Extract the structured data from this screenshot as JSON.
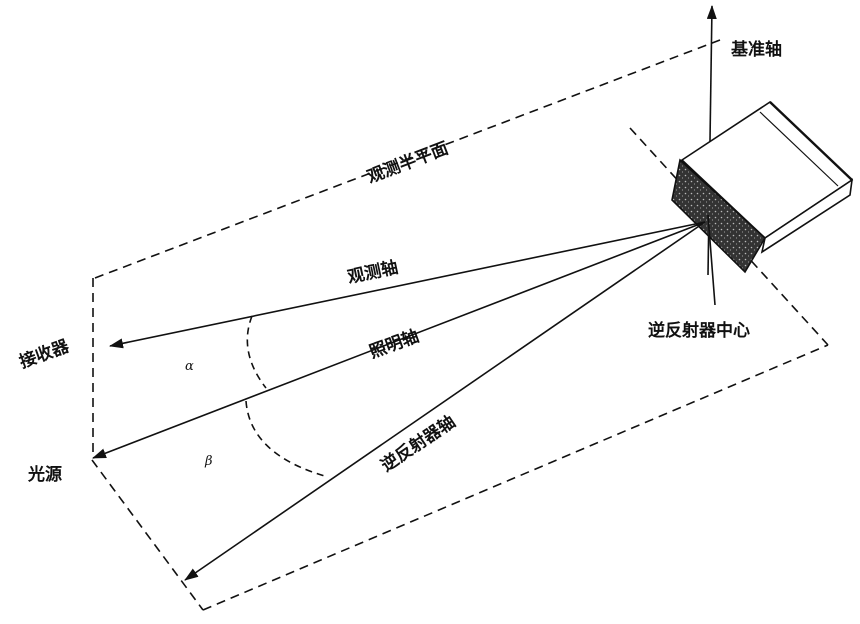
{
  "labels": {
    "reference_axis": "基准轴",
    "observation_half_plane": "观测半平面",
    "observation_axis": "观测轴",
    "illumination_axis": "照明轴",
    "retroreflector_axis": "逆反射器轴",
    "retroreflector_center": "逆反射器中心",
    "receiver": "接收器",
    "light_source": "光源",
    "alpha": "α",
    "beta": "β"
  },
  "colors": {
    "stroke": "#111111",
    "background": "#ffffff",
    "speckle_fill": "#222222"
  }
}
